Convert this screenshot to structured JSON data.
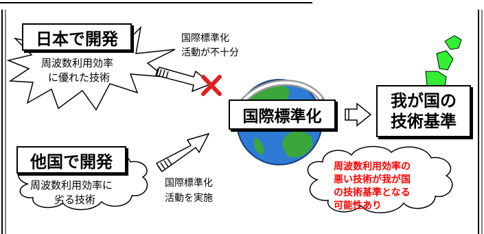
{
  "japan_dev": {
    "title": "日本で開発",
    "desc_line1": "周波数利用効率",
    "desc_line2": "に優れた技術",
    "activity_line1": "国際標準化",
    "activity_line2": "活動が不十分"
  },
  "foreign_dev": {
    "title": "他国で開発",
    "desc_line1": "周波数利用効率に",
    "desc_line2": "劣る技術",
    "activity_line1": "国際標準化",
    "activity_line2": "活動を実施"
  },
  "center": {
    "label": "国際標準化"
  },
  "result": {
    "line1": "我が国の",
    "line2": "技術基準"
  },
  "warning": {
    "line1": "周波数利用効率の",
    "line2": "悪い技術が我が国",
    "line3": "の技術基準となる",
    "line4": "可能性あり",
    "color": "#ff0000"
  },
  "colors": {
    "globe_ocean": "#2e7bd6",
    "globe_land": "#3aa63a",
    "japan_map": "#33ee33",
    "cross": "#e02020"
  },
  "icons": {
    "cross": "x-mark-icon",
    "globe": "globe-icon",
    "map": "japan-map-icon"
  }
}
